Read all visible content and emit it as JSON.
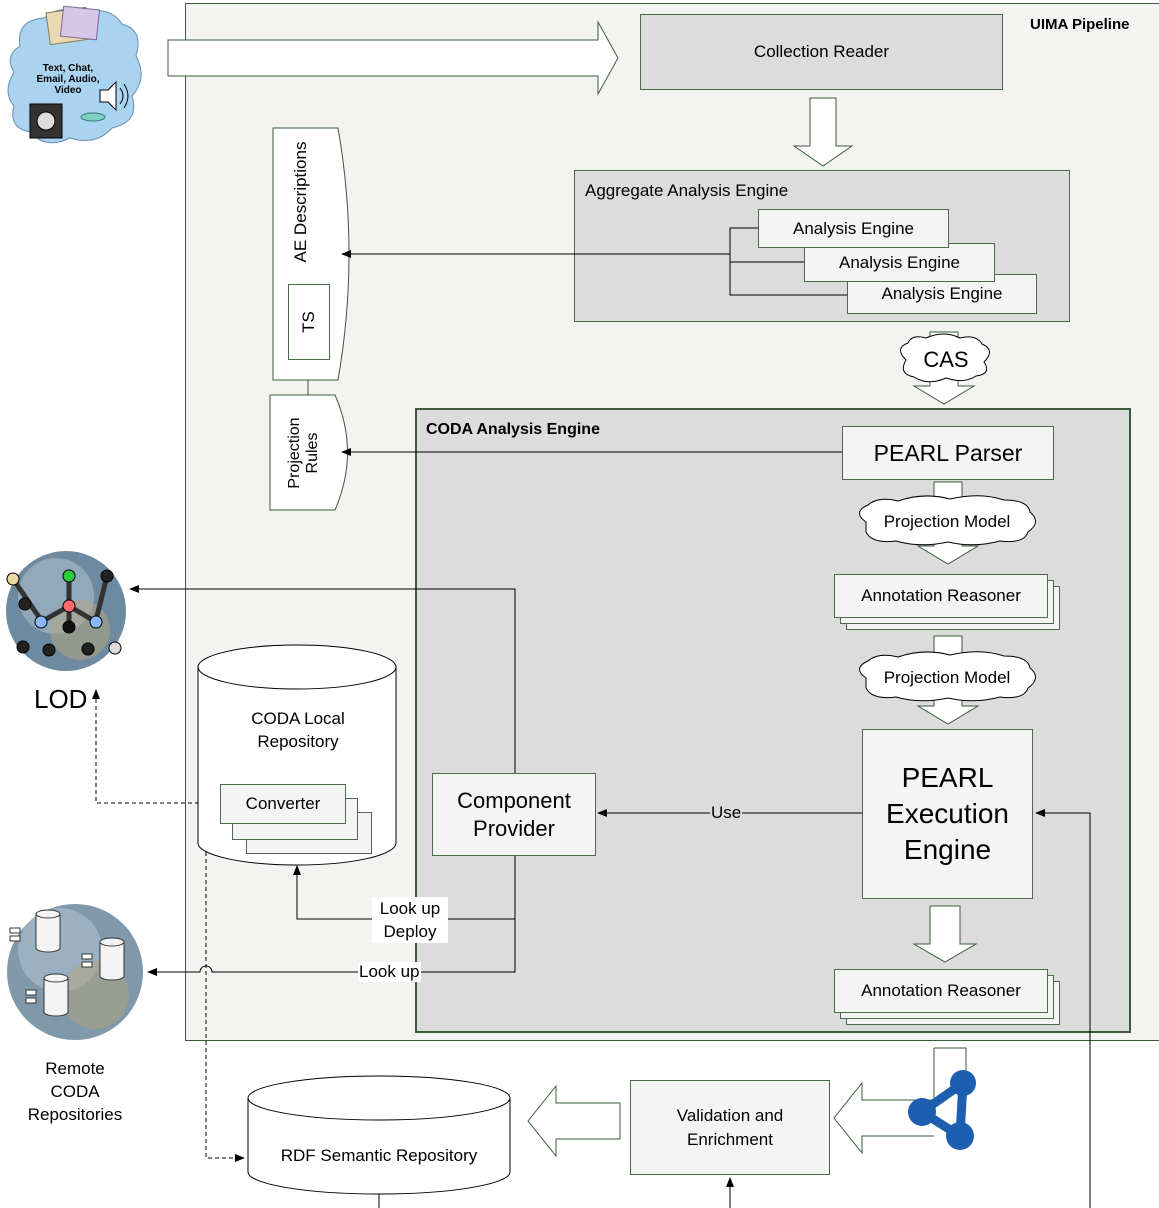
{
  "pipeline": {
    "title": "UIMA Pipeline",
    "collection_reader": "Collection Reader",
    "aggregate": {
      "title": "Aggregate Analysis Engine",
      "engines": [
        "Analysis Engine",
        "Analysis Engine",
        "Analysis Engine"
      ]
    },
    "cas_label": "CAS",
    "ae_descriptions": "AE Descriptions",
    "ts_label": "TS",
    "projection_rules": [
      "Projection",
      "Rules"
    ]
  },
  "coda": {
    "title": "CODA Analysis Engine",
    "pearl_parser": "PEARL Parser",
    "projection_model_1": "Projection Model",
    "annotation_reasoner_1": "Annotation Reasoner",
    "projection_model_2": "Projection Model",
    "execution_engine": [
      "PEARL",
      "Execution",
      "Engine"
    ],
    "component_provider": [
      "Component",
      "Provider"
    ],
    "use_label": "Use",
    "annotation_reasoner_2": "Annotation Reasoner"
  },
  "local_repo": {
    "title": [
      "CODA Local",
      "Repository"
    ],
    "converter": "Converter"
  },
  "edges": {
    "lookup_deploy": [
      "Look up",
      "Deploy"
    ],
    "lookup": "Look up"
  },
  "external": {
    "source_icon_text": [
      "Text, Chat,",
      "Email, Audio,",
      "Video"
    ],
    "lod": "LOD",
    "remote": [
      "Remote",
      "CODA",
      "Repositories"
    ]
  },
  "bottom": {
    "validation": [
      "Validation and",
      "Enrichment"
    ],
    "rdf_repo": "RDF Semantic Repository"
  },
  "colors": {
    "pipeline_bg": "#f3f4f2",
    "box_gray": "#dcdcdc",
    "border_green": "#3b5a3b",
    "rdf_blue": "#1c5fb0"
  }
}
